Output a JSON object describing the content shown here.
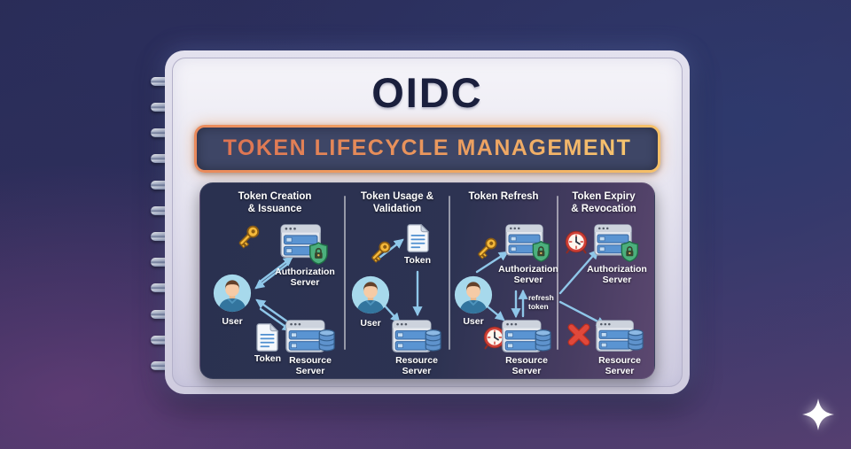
{
  "header": {
    "title": "OIDC",
    "banner": "TOKEN LIFECYCLE MANAGEMENT"
  },
  "panel": {
    "columns": [
      {
        "title": "Token Creation\n& Issuance",
        "labels": {
          "auth_server": "Authorization\nServer",
          "user": "User",
          "token": "Token",
          "resource_server": "Resource\nServer"
        }
      },
      {
        "title": "Token Usage &\nValidation",
        "labels": {
          "token": "Token",
          "user": "User",
          "resource_server": "Resource\nServer"
        }
      },
      {
        "title": "Token Refresh",
        "labels": {
          "auth_server": "Authorization\nServer",
          "user": "User",
          "refresh": "refresh\ntoken",
          "resource_server": "Resource\nServer"
        }
      },
      {
        "title": "Token Expiry\n& Revocation",
        "labels": {
          "auth_server": "Authorization\nServer",
          "resource_server": "Resource\nServer"
        }
      }
    ]
  },
  "icons": [
    "key-icon",
    "authorization-server-icon",
    "resource-server-icon",
    "user-avatar-icon",
    "token-document-icon",
    "expiry-clock-icon",
    "revoked-x-icon",
    "sparkle-logo-icon"
  ],
  "colors": {
    "accent_orange": "#ef9a60",
    "banner_text_start": "#dd7352",
    "banner_text_end": "#f7c670",
    "arrow_blue": "#8fc7e9",
    "panel_bg": "#2d3350",
    "title_navy": "#1a1f3d",
    "card_bg": "#e9e7f1",
    "shield_green": "#4caf7d",
    "alert_red": "#d63a2c",
    "key_gold": "#f5b93a"
  }
}
